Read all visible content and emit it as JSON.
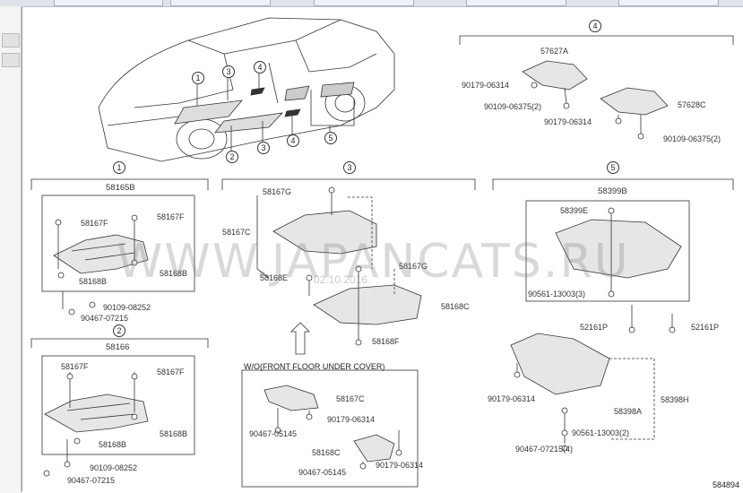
{
  "callouts": {
    "c1": "1",
    "c2": "2",
    "c3": "3",
    "c4": "4",
    "c5": "5"
  },
  "group1": {
    "title": "58165B",
    "p1": "58167F",
    "p2": "58167F",
    "p3": "58168B",
    "p4": "58168B",
    "p5": "90109-08252",
    "p6": "90467-07215"
  },
  "group2": {
    "title": "58166",
    "p1": "58167F",
    "p2": "58167F",
    "p3": "58168B",
    "p4": "58168B",
    "p5": "90109-08252",
    "p6": "90467-07215"
  },
  "group3": {
    "p1": "58167G",
    "p2": "58167C",
    "p3": "58168E",
    "p4": "58167G",
    "p5": "58168C",
    "p6": "58168F",
    "caption": "W/O(FRONT FLOOR UNDER COVER)",
    "p7": "58167C",
    "p8": "90179-06314",
    "p9": "90467-05145",
    "p10": "58168C",
    "p11": "90179-06314",
    "p12": "90467-05145"
  },
  "group4": {
    "p1": "57627A",
    "p2": "90179-06314",
    "p3": "90109-06375(2)",
    "p4": "90179-06314",
    "p5": "57628C",
    "p6": "90109-06375(2)"
  },
  "group5": {
    "title": "58399B",
    "p1": "58399E",
    "p2": "90561-13003(3)",
    "p3": "52161P",
    "p4": "52161P",
    "p5": "90179-06314",
    "p6": "58398H",
    "p7": "58398A",
    "p8": "90561-13003(2)",
    "p9": "90467-07215(4)"
  },
  "watermark": {
    "main": "WWW.JAPANCATS.RU",
    "sub": "02.10.2016"
  },
  "diagram_code": "584894"
}
